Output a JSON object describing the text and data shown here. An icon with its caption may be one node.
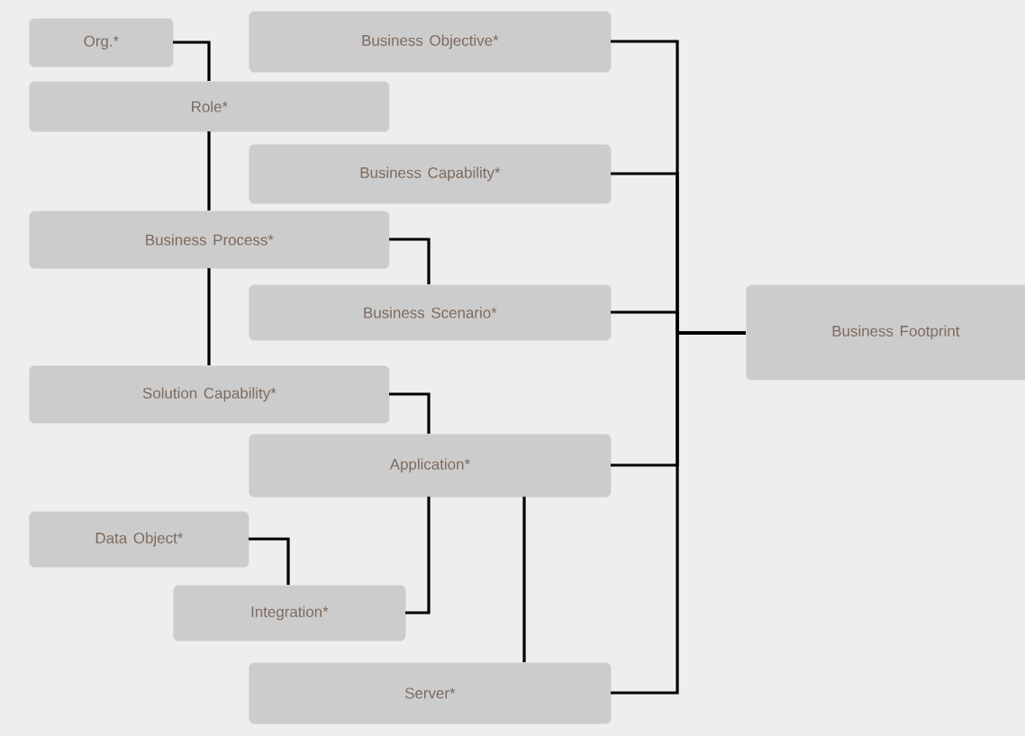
{
  "diagram": {
    "nodes": [
      {
        "text": [
          "Org.*"
        ]
      },
      {
        "text": [
          "Business Objective*"
        ]
      },
      {
        "text": [
          "Role*"
        ]
      },
      {
        "text": [
          "Business Capability*"
        ]
      },
      {
        "text": [
          "Business Process*"
        ]
      },
      {
        "text": [
          "Business Scenario*"
        ]
      },
      {
        "text": [
          "Solution Capability*"
        ]
      },
      {
        "text": [
          "Application*"
        ]
      },
      {
        "text": [
          "Data Object*"
        ]
      },
      {
        "text": [
          "Integration*"
        ]
      },
      {
        "text": [
          "Server*"
        ]
      },
      {
        "text": [
          "Business Footprint"
        ]
      }
    ],
    "edges": [
      {
        "from": 0,
        "to": 2,
        "arrow": "none"
      },
      {
        "from": 2,
        "to": 4,
        "arrow": "none"
      },
      {
        "from": 4,
        "to": 6,
        "arrow": "none"
      },
      {
        "from": 4,
        "to": 5,
        "arrow": "none"
      },
      {
        "from": 6,
        "to": 7,
        "arrow": "none"
      },
      {
        "from": 8,
        "to": 9,
        "arrow": "none"
      },
      {
        "from": 9,
        "to": 7,
        "arrow": "none"
      },
      {
        "from": 7,
        "to": 10,
        "arrow": "none"
      },
      {
        "from": 1,
        "to": 11,
        "arrow": "none"
      },
      {
        "from": 3,
        "to": 11,
        "arrow": "none"
      },
      {
        "from": 5,
        "to": 11,
        "arrow": "none"
      },
      {
        "from": 7,
        "to": 11,
        "arrow": "none"
      },
      {
        "from": 10,
        "to": 11,
        "arrow": "none"
      }
    ]
  }
}
